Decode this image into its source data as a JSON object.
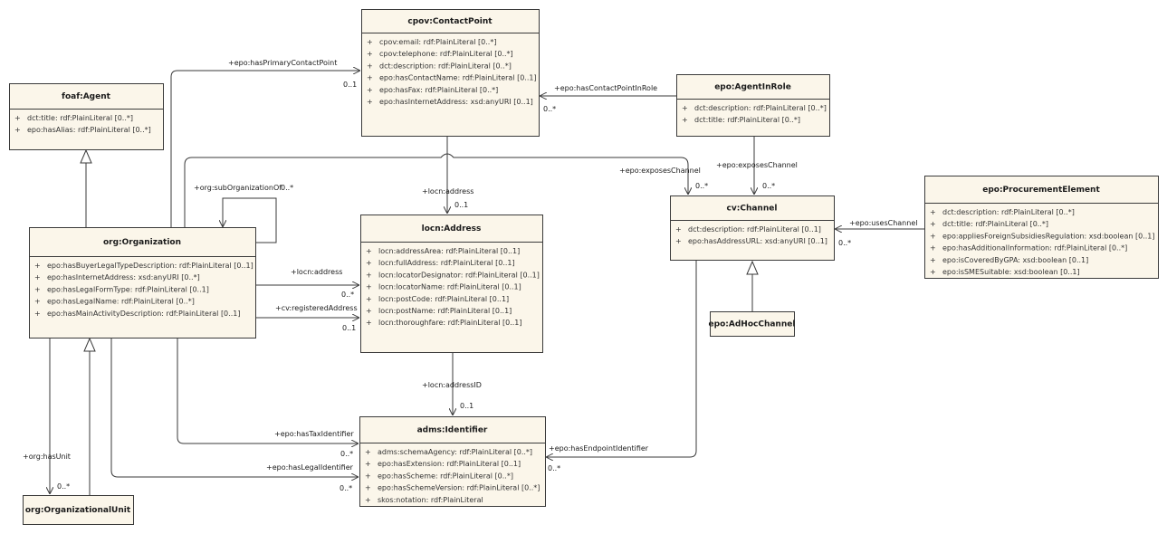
{
  "classes": [
    {
      "id": "contact",
      "name": "cpov:ContactPoint",
      "attrs": [
        "cpov:email: rdf:PlainLiteral [0..*]",
        "cpov:telephone: rdf:PlainLiteral [0..*]",
        "dct:description: rdf:PlainLiteral [0..*]",
        "epo:hasContactName: rdf:PlainLiteral [0..1]",
        "epo:hasFax: rdf:PlainLiteral [0..*]",
        "epo:hasInternetAddress: xsd:anyURI [0..1]"
      ]
    },
    {
      "id": "agent",
      "name": "foaf:Agent",
      "attrs": [
        "dct:title: rdf:PlainLiteral [0..*]",
        "epo:hasAlias: rdf:PlainLiteral [0..*]"
      ]
    },
    {
      "id": "agentrole",
      "name": "epo:AgentInRole",
      "attrs": [
        "dct:description: rdf:PlainLiteral [0..*]",
        "dct:title: rdf:PlainLiteral [0..*]"
      ]
    },
    {
      "id": "proc",
      "name": "epo:ProcurementElement",
      "attrs": [
        "dct:description: rdf:PlainLiteral [0..*]",
        "dct:title: rdf:PlainLiteral [0..*]",
        "epo:appliesForeignSubsidiesRegulation: xsd:boolean [0..1]",
        "epo:hasAdditionalInformation: rdf:PlainLiteral [0..*]",
        "epo:isCoveredByGPA: xsd:boolean [0..1]",
        "epo:isSMESuitable: xsd:boolean [0..1]"
      ]
    },
    {
      "id": "channel",
      "name": "cv:Channel",
      "attrs": [
        "dct:description: rdf:PlainLiteral [0..1]",
        "epo:hasAddressURL: xsd:anyURI [0..1]"
      ]
    },
    {
      "id": "org",
      "name": "org:Organization",
      "attrs": [
        "epo:hasBuyerLegalTypeDescription: rdf:PlainLiteral [0..1]",
        "epo:hasInternetAddress: xsd:anyURI [0..*]",
        "epo:hasLegalFormType: rdf:PlainLiteral [0..1]",
        "epo:hasLegalName: rdf:PlainLiteral [0..*]",
        "epo:hasMainActivityDescription: rdf:PlainLiteral [0..1]"
      ]
    },
    {
      "id": "address",
      "name": "locn:Address",
      "attrs": [
        "locn:addressArea: rdf:PlainLiteral [0..1]",
        "locn:fullAddress: rdf:PlainLiteral [0..1]",
        "locn:locatorDesignator: rdf:PlainLiteral [0..1]",
        "locn:locatorName: rdf:PlainLiteral [0..1]",
        "locn:postCode: rdf:PlainLiteral [0..1]",
        "locn:postName: rdf:PlainLiteral [0..1]",
        "locn:thoroughfare: rdf:PlainLiteral [0..1]"
      ]
    },
    {
      "id": "adhoc",
      "name": "epo:AdHocChannel",
      "attrs": []
    },
    {
      "id": "identifier",
      "name": "adms:Identifier",
      "attrs": [
        "adms:schemaAgency: rdf:PlainLiteral [0..*]",
        "epo:hasExtension: rdf:PlainLiteral [0..1]",
        "epo:hasScheme: rdf:PlainLiteral [0..*]",
        "epo:hasSchemeVersion: rdf:PlainLiteral [0..*]",
        "skos:notation: rdf:PlainLiteral"
      ]
    },
    {
      "id": "orgunit",
      "name": "org:OrganizationalUnit",
      "attrs": []
    }
  ],
  "relations": [
    {
      "id": "primary-contact",
      "label": "+epo:hasPrimaryContactPoint",
      "multiplicity": "0..1"
    },
    {
      "id": "contact-in-role",
      "label": "+epo:hasContactPointInRole",
      "multiplicity": "0..*"
    },
    {
      "id": "sub-org",
      "label": "+org:subOrganizationOf",
      "multiplicity": "0..*"
    },
    {
      "id": "cp-address",
      "label": "+locn:address",
      "multiplicity": "0..1"
    },
    {
      "id": "exposes-channel-org",
      "label": "+epo:exposesChannel",
      "multiplicity": "0..*"
    },
    {
      "id": "exposes-channel-role",
      "label": "+epo:exposesChannel",
      "multiplicity": "0..*"
    },
    {
      "id": "uses-channel",
      "label": "+epo:usesChannel",
      "multiplicity": "0..*"
    },
    {
      "id": "org-address",
      "label": "+locn:address",
      "multiplicity": "0..*"
    },
    {
      "id": "registered-address",
      "label": "+cv:registeredAddress",
      "multiplicity": "0..1"
    },
    {
      "id": "address-id",
      "label": "+locn:addressID",
      "multiplicity": "0..1"
    },
    {
      "id": "tax-id",
      "label": "+epo:hasTaxIdentifier",
      "multiplicity": "0..*"
    },
    {
      "id": "legal-id",
      "label": "+epo:hasLegalIdentifier",
      "multiplicity": "0..*"
    },
    {
      "id": "endpoint-id",
      "label": "+epo:hasEndpointIdentifier",
      "multiplicity": "0..*"
    },
    {
      "id": "has-unit",
      "label": "+org:hasUnit",
      "multiplicity": "0..*"
    }
  ]
}
